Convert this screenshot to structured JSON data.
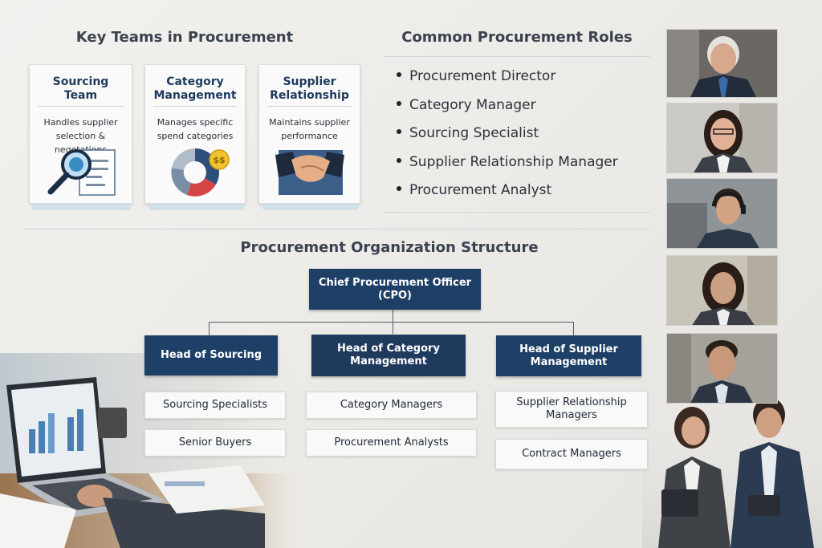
{
  "key_teams": {
    "heading": "Key Teams in Procurement",
    "cards": [
      {
        "title": "Sourcing\nTeam",
        "desc": "Handles supplier\nselection & negotations",
        "icon": "magnifier-document-icon"
      },
      {
        "title": "Category\nManagement",
        "desc": "Manages specific\nspend categories",
        "icon": "donut-chart-coin-icon",
        "coin_label": "$$"
      },
      {
        "title": "Supplier\nRelationship",
        "desc": "Maintains supplier\nperformance",
        "icon": "handshake-icon"
      }
    ]
  },
  "roles": {
    "heading": "Common Procurement Roles",
    "items": [
      "Procurement Director",
      "Category Manager",
      "Sourcing Specialist",
      "Supplier Relationship Manager",
      "Procurement Analyst"
    ]
  },
  "org": {
    "heading": "Procurement Organization Structure",
    "top": "Chief Procurement Officer\n(CPO)",
    "heads": [
      {
        "label": "Head of Sourcing",
        "children": [
          "Sourcing Specialists",
          "Senior Buyers"
        ]
      },
      {
        "label": "Head of Category\nManagement",
        "children": [
          "Category Managers",
          "Procurement Analysts"
        ]
      },
      {
        "label": "Head of Supplier\nManagement",
        "children": [
          "Supplier Relationship\nManagers",
          "Contract Managers"
        ]
      }
    ]
  },
  "colors": {
    "navy": "#1e3f66",
    "title_blue": "#1e3a5c",
    "accent_light": "#cfe0e8"
  }
}
